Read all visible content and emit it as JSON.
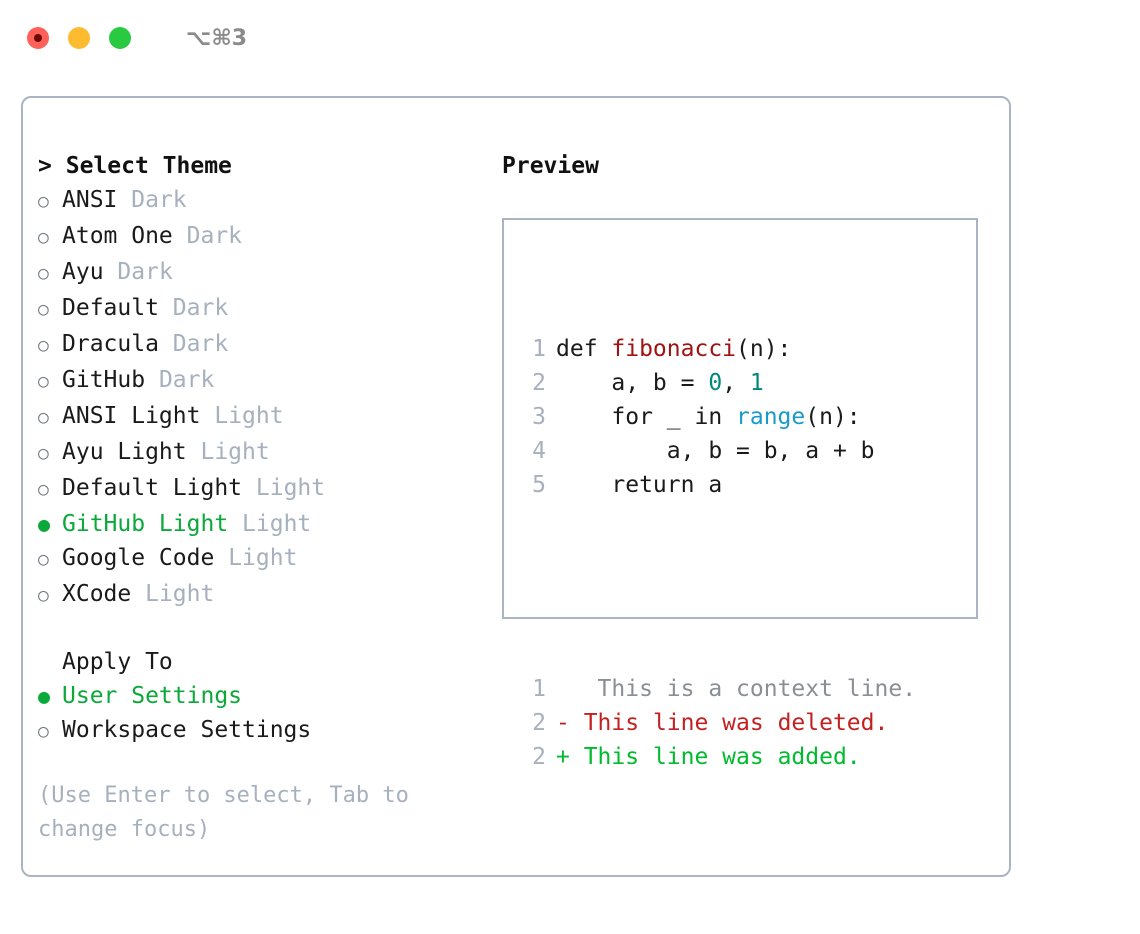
{
  "window": {
    "shortcut": "⌥⌘3",
    "traffic_lights": [
      {
        "name": "close-button",
        "color": "#ff6058"
      },
      {
        "name": "minimize-button",
        "color": "#fdbc2f"
      },
      {
        "name": "maximize-button",
        "color": "#29ca41"
      }
    ]
  },
  "colors": {
    "selected_green": "#0ba83a",
    "muted": "#a7b0bd",
    "border": "#aab4c2",
    "text": "#1a1a1a",
    "syntax_function": "#a01313",
    "syntax_number": "#00897b",
    "syntax_call": "#1a9bc7",
    "diff_context": "#8a8f96",
    "diff_deleted": "#c22121",
    "diff_added": "#00bb2d"
  },
  "theme_picker": {
    "prompt": ">",
    "title": "Select Theme",
    "marker_unselected": "○",
    "marker_selected": "●",
    "items": [
      {
        "name": "ANSI",
        "kind": "Dark",
        "selected": false
      },
      {
        "name": "Atom One",
        "kind": "Dark",
        "selected": false
      },
      {
        "name": "Ayu",
        "kind": "Dark",
        "selected": false
      },
      {
        "name": "Default",
        "kind": "Dark",
        "selected": false
      },
      {
        "name": "Dracula",
        "kind": "Dark",
        "selected": false
      },
      {
        "name": "GitHub",
        "kind": "Dark",
        "selected": false
      },
      {
        "name": "ANSI Light",
        "kind": "Light",
        "selected": false
      },
      {
        "name": "Ayu Light",
        "kind": "Light",
        "selected": false
      },
      {
        "name": "Default Light",
        "kind": "Light",
        "selected": false
      },
      {
        "name": "GitHub Light",
        "kind": "Light",
        "selected": true
      },
      {
        "name": "Google Code",
        "kind": "Light",
        "selected": false
      },
      {
        "name": "XCode",
        "kind": "Light",
        "selected": false
      }
    ]
  },
  "apply_to": {
    "title": "Apply To",
    "options": [
      {
        "label": "User Settings",
        "selected": true
      },
      {
        "label": "Workspace Settings",
        "selected": false
      }
    ]
  },
  "hint": "(Use Enter to select, Tab to change focus)",
  "preview": {
    "title": "Preview",
    "code_lines": [
      {
        "num": "1",
        "tokens": [
          {
            "t": "def ",
            "c": "plain"
          },
          {
            "t": "fibonacci",
            "c": "fn"
          },
          {
            "t": "(n):",
            "c": "plain"
          }
        ]
      },
      {
        "num": "2",
        "tokens": [
          {
            "t": "    a, b = ",
            "c": "plain"
          },
          {
            "t": "0",
            "c": "num"
          },
          {
            "t": ", ",
            "c": "plain"
          },
          {
            "t": "1",
            "c": "num"
          }
        ]
      },
      {
        "num": "3",
        "tokens": [
          {
            "t": "    for _ in ",
            "c": "plain"
          },
          {
            "t": "range",
            "c": "call"
          },
          {
            "t": "(n):",
            "c": "plain"
          }
        ]
      },
      {
        "num": "4",
        "tokens": [
          {
            "t": "        a, b = b, a + b",
            "c": "plain"
          }
        ]
      },
      {
        "num": "5",
        "tokens": [
          {
            "t": "    return a",
            "c": "plain"
          }
        ]
      }
    ],
    "diff_lines": [
      {
        "num": "1",
        "marker": " ",
        "text": "  This is a context line.",
        "kind": "ctx"
      },
      {
        "num": "2",
        "marker": "-",
        "text": " This line was deleted.",
        "kind": "del"
      },
      {
        "num": "2",
        "marker": "+",
        "text": " This line was added.",
        "kind": "add"
      }
    ]
  }
}
